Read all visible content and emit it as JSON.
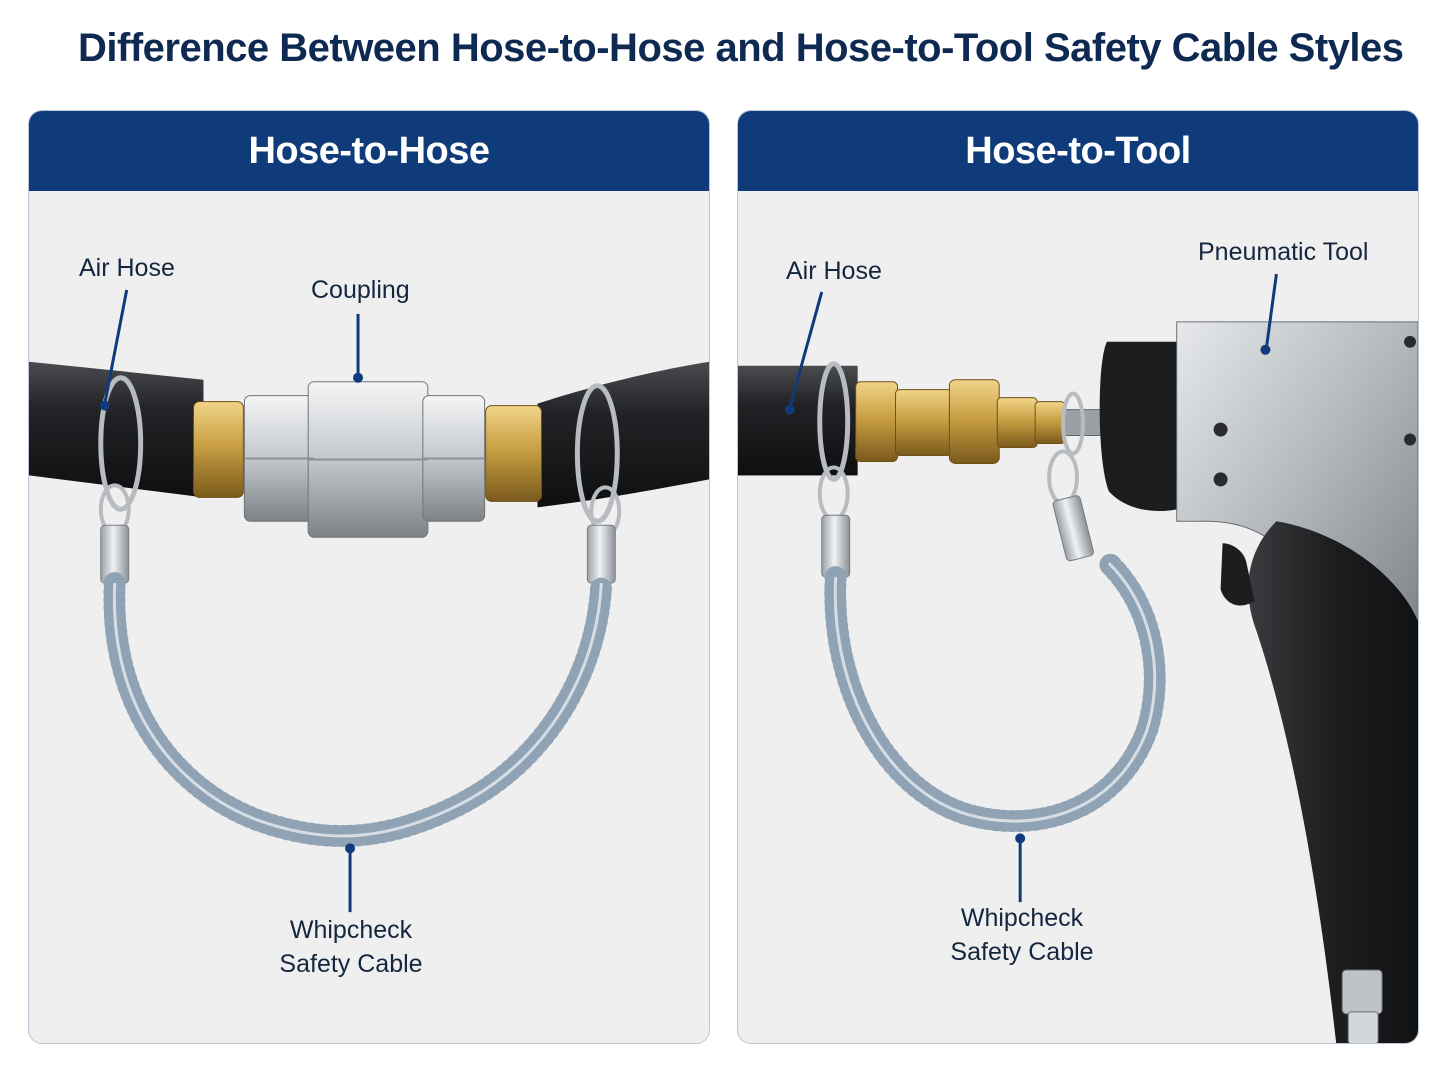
{
  "title": "Difference Between Hose-to-Hose and Hose-to-Tool Safety Cable Styles",
  "panels": {
    "hose_to_hose": {
      "heading": "Hose-to-Hose",
      "labels": {
        "air_hose": "Air Hose",
        "coupling": "Coupling",
        "cable_line1": "Whipcheck",
        "cable_line2": "Safety Cable"
      }
    },
    "hose_to_tool": {
      "heading": "Hose-to-Tool",
      "labels": {
        "air_hose": "Air Hose",
        "pneumatic_tool": "Pneumatic Tool",
        "cable_line1": "Whipcheck",
        "cable_line2": "Safety Cable"
      }
    }
  },
  "colors": {
    "header_blue": "#0f3b7a",
    "title_navy": "#0f2a52",
    "leader_line": "#0f3b7a",
    "panel_bg": "#efeff0",
    "hose_black": "#1c1d1f",
    "brass": "#c9a043",
    "steel": "#c4c8cc"
  }
}
